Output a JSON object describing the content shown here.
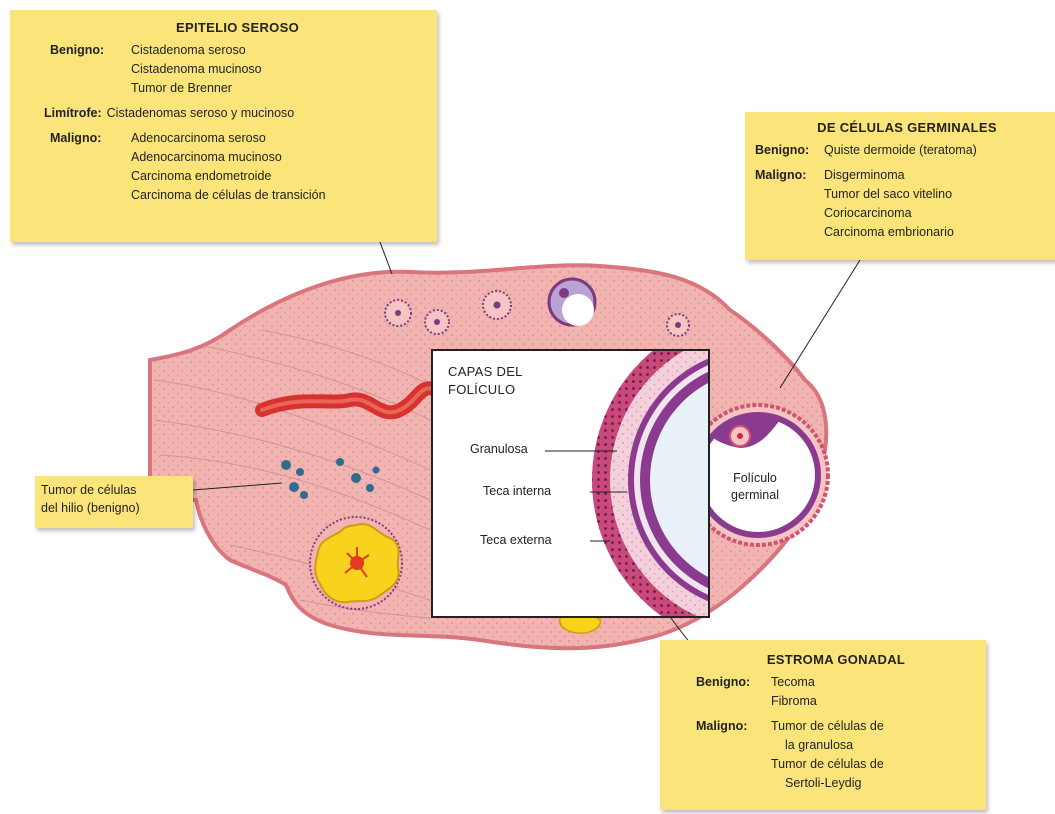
{
  "boxes": {
    "epitelio": {
      "title": "EPITELIO SEROSO",
      "groups": [
        {
          "label": "Benigno:",
          "items": [
            "Cistadenoma seroso",
            "Cistadenoma mucinoso",
            "Tumor de Brenner"
          ]
        },
        {
          "label": "Limítrofe:",
          "items": [
            "Cistadenomas seroso y mucinoso"
          ]
        },
        {
          "label": "Maligno:",
          "items": [
            "Adenocarcinoma seroso",
            "Adenocarcinoma mucinoso",
            "Carcinoma endometroide",
            "Carcinoma de células de transición"
          ]
        }
      ]
    },
    "germinales": {
      "title": "DE CÉLULAS GERMINALES",
      "groups": [
        {
          "label": "Benigno:",
          "items": [
            "Quiste dermoide (teratoma)"
          ]
        },
        {
          "label": "Maligno:",
          "items": [
            "Disgerminoma",
            "Tumor del saco vitelino",
            "Coriocarcinoma",
            "Carcinoma embrionario"
          ]
        }
      ]
    },
    "gonadal": {
      "title": "ESTROMA GONADAL",
      "groups": [
        {
          "label": "Benigno:",
          "items": [
            "Tecoma",
            "Fibroma"
          ]
        },
        {
          "label": "Maligno:",
          "items": [
            "Tumor de células de",
            "la granulosa",
            "Tumor de células de",
            "Sertoli-Leydig"
          ]
        }
      ]
    },
    "hilio": {
      "lines": [
        "Tumor de células",
        "del hilio (benigno)"
      ]
    }
  },
  "inset": {
    "title_lines": [
      "CAPAS DEL",
      "FOLÍCULO"
    ],
    "labels": {
      "granulosa": "Granulosa",
      "teca_interna": "Teca interna",
      "teca_externa": "Teca externa"
    }
  },
  "follicle_label": [
    "Folículo",
    "germinal"
  ],
  "colors": {
    "box": "#fbe57a",
    "ovary": "#f2b4b1",
    "ovary_border": "#d9757d",
    "vessel": "#d8322e",
    "corpus": "#f7d31d",
    "follicle_wall": "#8a3b8f"
  }
}
